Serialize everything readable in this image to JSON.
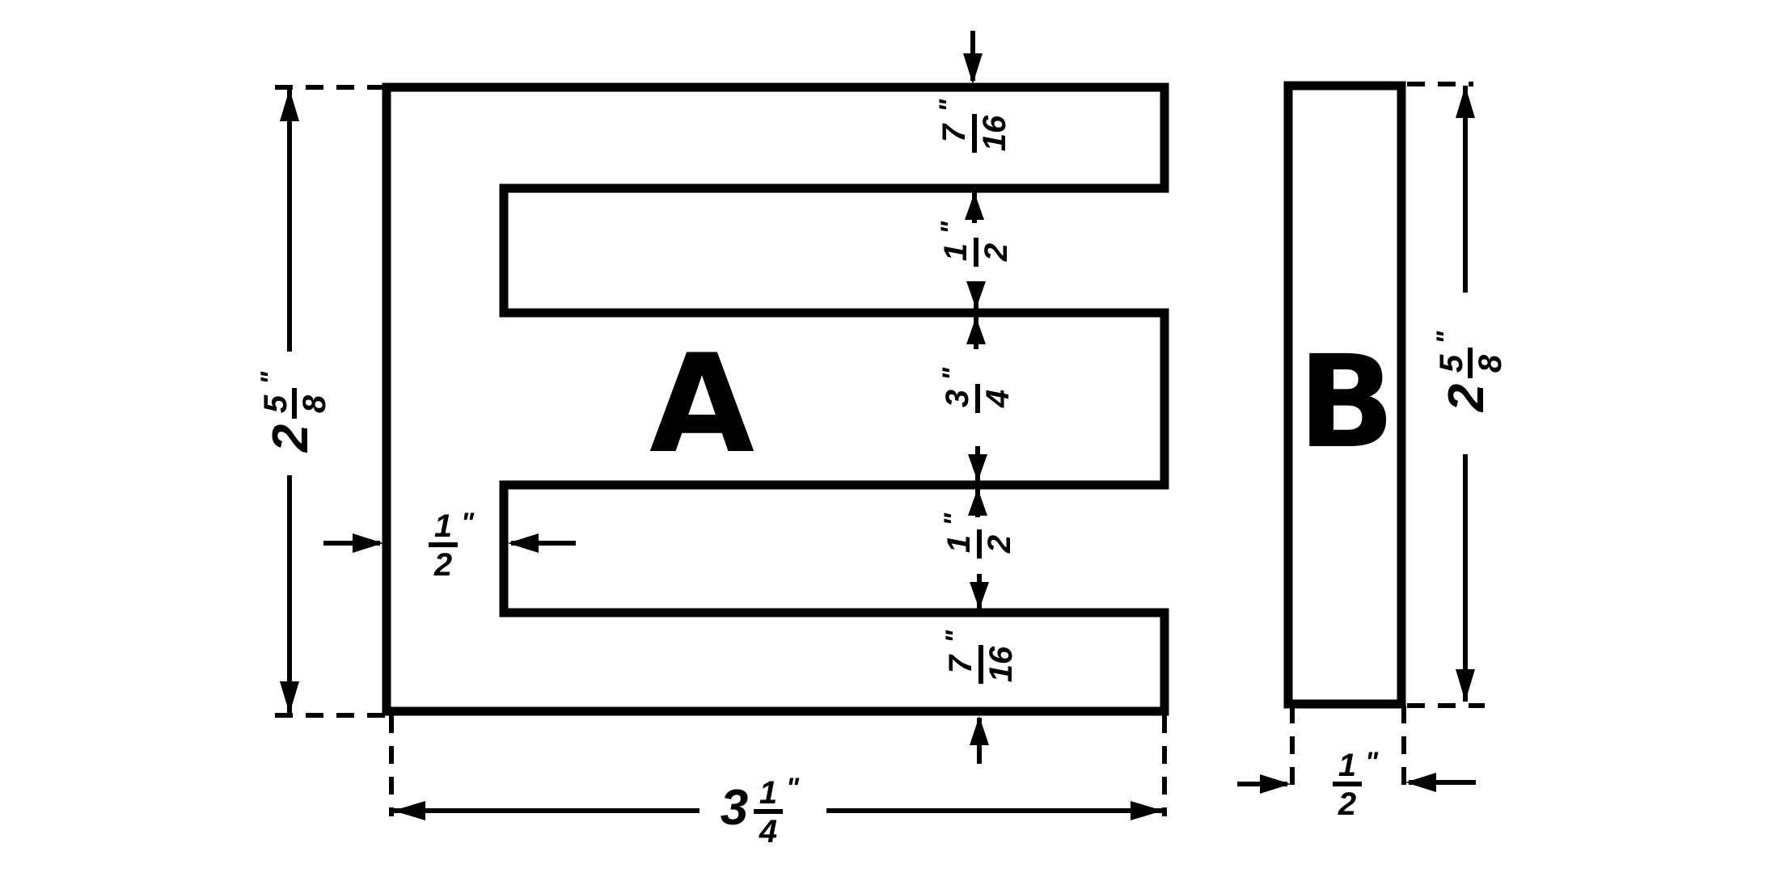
{
  "pieces": {
    "a": {
      "letter": "A"
    },
    "b": {
      "letter": "B"
    }
  },
  "dimensions": {
    "a_height": {
      "whole": "2",
      "num": "5",
      "den": "8",
      "mark": "\""
    },
    "a_width": {
      "whole": "3",
      "num": "1",
      "den": "4",
      "mark": "\""
    },
    "a_back": {
      "num": "1",
      "den": "2",
      "mark": "\""
    },
    "a_top_leg": {
      "num": "7",
      "den": "16",
      "mark": "\""
    },
    "a_gap_upper": {
      "num": "1",
      "den": "2",
      "mark": "\""
    },
    "a_center_leg": {
      "num": "3",
      "den": "4",
      "mark": "\""
    },
    "a_gap_lower": {
      "num": "1",
      "den": "2",
      "mark": "\""
    },
    "a_bottom_leg": {
      "num": "7",
      "den": "16",
      "mark": "\""
    },
    "b_height": {
      "whole": "2",
      "num": "5",
      "den": "8",
      "mark": "\""
    },
    "b_width": {
      "num": "1",
      "den": "2",
      "mark": "\""
    }
  }
}
